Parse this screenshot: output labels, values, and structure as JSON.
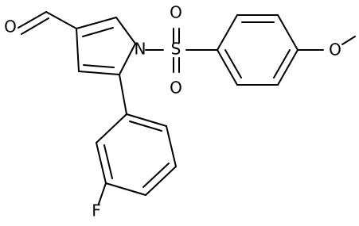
{
  "structure": {
    "atoms": {
      "aldehyde_oxygen": "O",
      "pyrrole_nitrogen": "N",
      "sulfur": "S",
      "sulfonyl_oxygen_top": "O",
      "sulfonyl_oxygen_bottom": "O",
      "methoxy_oxygen": "O",
      "fluorine": "F"
    }
  }
}
